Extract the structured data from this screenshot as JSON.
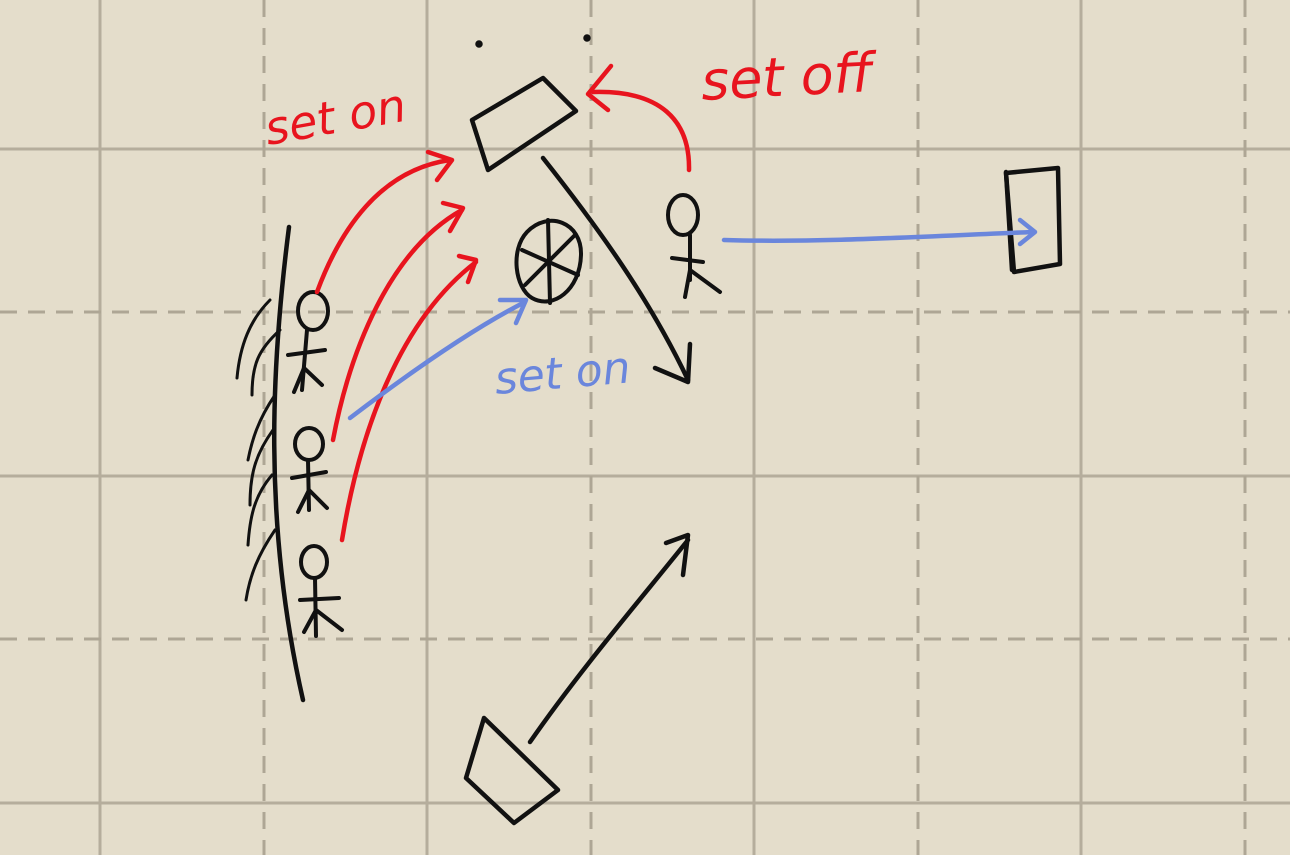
{
  "annotations": {
    "set_on_red": "set on",
    "set_off_red": "set off",
    "set_on_blue": "set on"
  },
  "colors": {
    "paper": "#e4ddcb",
    "grid_solid": "#b8b0a0",
    "grid_dashed": "#b1a998",
    "ink_black": "#111111",
    "ink_red": "#e8141e",
    "ink_blue": "#6a86dc"
  }
}
